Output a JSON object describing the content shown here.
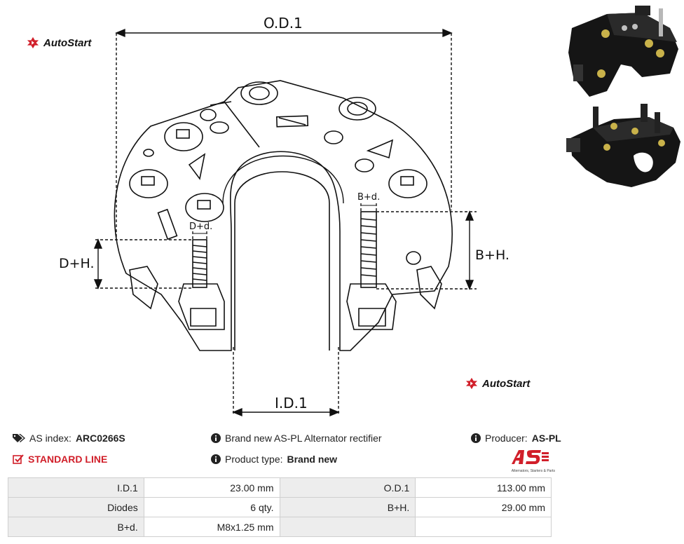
{
  "brand": {
    "logo_text": "AutoStart",
    "accent_color": "#d11f2a"
  },
  "drawing": {
    "od_label": "O.D.1",
    "id_label": "I.D.1",
    "dh_label": "D+H.",
    "bh_label": "B+H.",
    "dd_label": "D+d.",
    "bd_label": "B+d."
  },
  "info": {
    "as_index_label": "AS index:",
    "as_index_value": "ARC0266S",
    "standard_line": "STANDARD LINE",
    "description": "Brand new AS-PL Alternator rectifier",
    "product_type_label": "Product type:",
    "product_type_value": "Brand new",
    "producer_label": "Producer:",
    "producer_value": "AS-PL",
    "aspl_tagline": "Alternators, Starters & Parts"
  },
  "specs": [
    {
      "label1": "I.D.1",
      "value1": "23.00 mm",
      "label2": "O.D.1",
      "value2": "113.00 mm"
    },
    {
      "label1": "Diodes",
      "value1": "6 qty.",
      "label2": "B+H.",
      "value2": "29.00 mm"
    },
    {
      "label1": "B+d.",
      "value1": "M8x1.25 mm",
      "label2": "",
      "value2": ""
    }
  ]
}
